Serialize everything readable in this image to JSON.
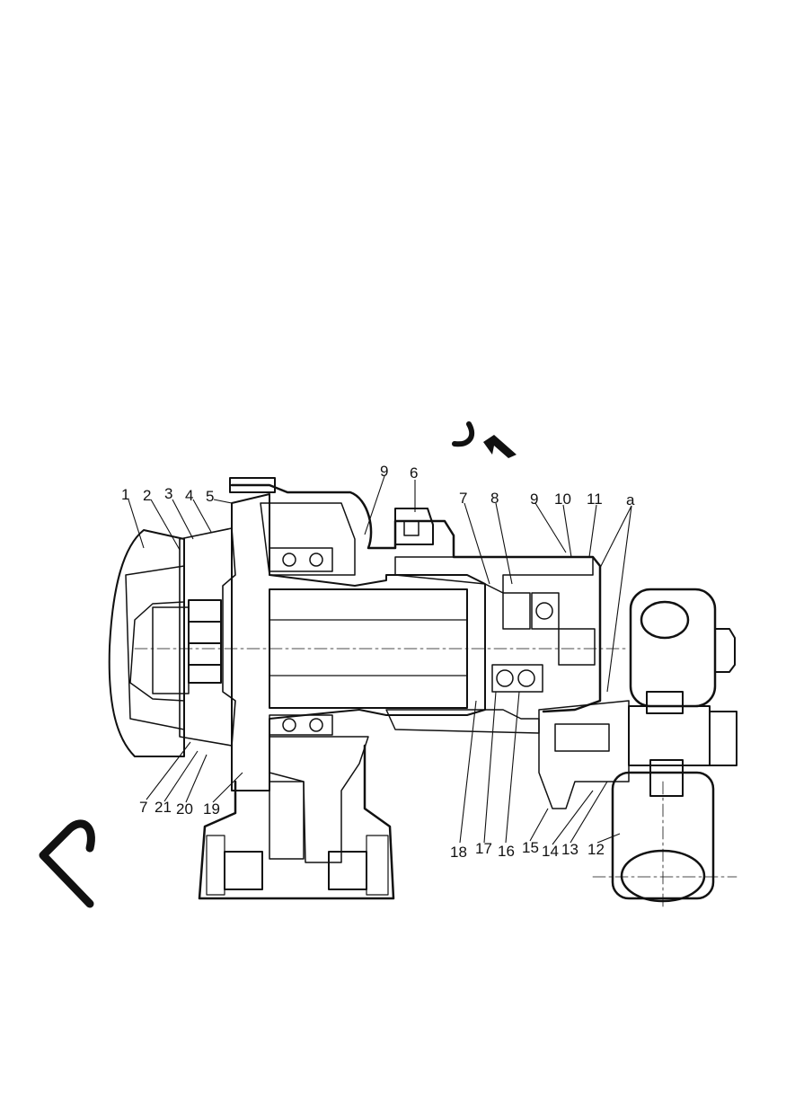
{
  "diagram": {
    "callouts": {
      "top": [
        "1",
        "2",
        "3",
        "4",
        "5",
        "9",
        "6",
        "7",
        "8",
        "9",
        "10",
        "11",
        "a"
      ],
      "bottom_left": [
        "7",
        "21",
        "20",
        "19"
      ],
      "bottom_right": [
        "18",
        "17",
        "16",
        "15",
        "14",
        "13",
        "12"
      ]
    }
  }
}
